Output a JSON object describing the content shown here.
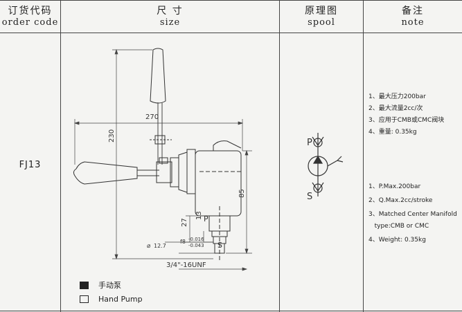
{
  "header": {
    "code_cn": "订货代码",
    "code_en": "order code",
    "size_cn": "尺 寸",
    "size_en": "size",
    "spool_cn": "原理图",
    "spool_en": "spool",
    "note_cn": "备注",
    "note_en": "note"
  },
  "order_code": "FJ13",
  "drawing": {
    "dim_width": "270",
    "dim_height": "230",
    "dim_85": "85",
    "dim_27": "27",
    "dim_13": "13",
    "port_p": "P",
    "port_s": "S",
    "bore": "12.7",
    "tol_label": "f8",
    "tol_upper": "-0.016",
    "tol_lower": "-0.043",
    "thread": "3/4\"-16UNF"
  },
  "spool": {
    "port_p": "P",
    "port_s": "S"
  },
  "notes_cn": [
    "1、最大压力200bar",
    "2、最大流量2cc/次",
    "3、应用于CMB或CMC阀块",
    "4、重量: 0.35kg"
  ],
  "notes_en": [
    "1、P.Max.200bar",
    "2、Q.Max.2cc/stroke",
    "3、Matched Center Manifold",
    "   type:CMB or CMC",
    "4、Weight: 0.35kg"
  ],
  "legend": [
    {
      "label": "手动泵",
      "filled": true
    },
    {
      "label": "Hand Pump",
      "filled": false
    }
  ]
}
